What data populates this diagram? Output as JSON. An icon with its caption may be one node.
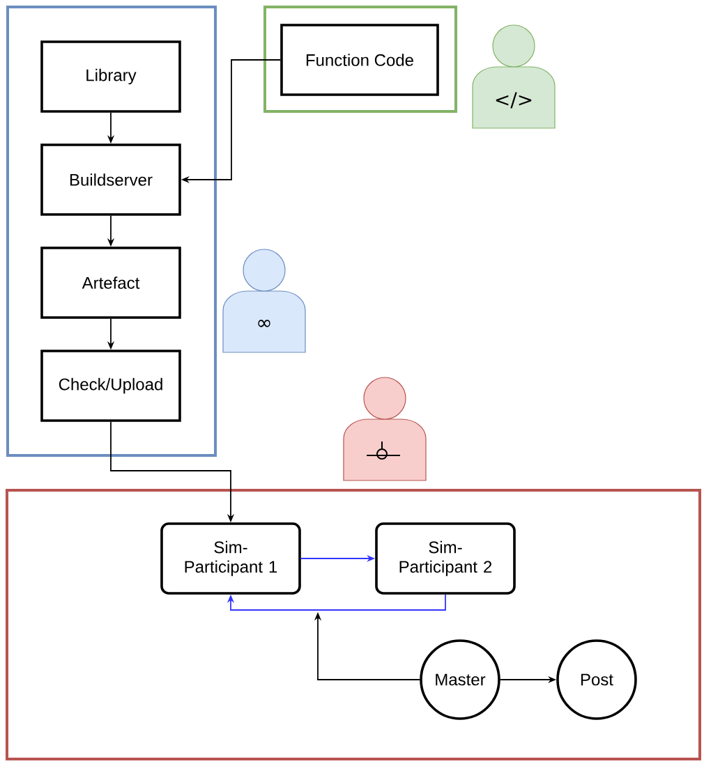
{
  "diagram": {
    "nodes": [
      {
        "text": [],
        "shape": "box"
      },
      {
        "text": [
          "Library"
        ],
        "in": 0
      },
      {
        "text": [
          "Buildserver"
        ],
        "in": 0
      },
      {
        "text": [
          "Artefact"
        ],
        "in": 0
      },
      {
        "text": [
          "Check/Upload"
        ],
        "in": 0
      },
      {
        "text": [],
        "shape": "box"
      },
      {
        "text": [
          "Function Code"
        ],
        "in": 5
      },
      {
        "text": [],
        "shape": "box"
      },
      {
        "text": [
          "Sim- Participant 1"
        ],
        "in": 7
      },
      {
        "text": [
          "Sim- Participant 2"
        ],
        "in": 7
      },
      {
        "text": [
          "Master"
        ],
        "in": 7
      },
      {
        "text": [
          "Post"
        ],
        "in": 7
      }
    ],
    "edges": [
      {
        "from": 1,
        "to": 2,
        "arrow": "to"
      },
      {
        "from": 2,
        "to": 3,
        "arrow": "to"
      },
      {
        "from": 3,
        "to": 4,
        "arrow": "to"
      },
      {
        "from": 6,
        "to": 2,
        "arrow": "to"
      },
      {
        "from": 4,
        "to": 8,
        "arrow": "to"
      },
      {
        "from": 8,
        "to": 9,
        "arrow": "to",
        "color": "#3333ff"
      },
      {
        "from": 9,
        "to": 8,
        "arrow": "to",
        "color": "#3333ff"
      },
      {
        "from": 10,
        "to": null,
        "arrow": "to"
      },
      {
        "from": 10,
        "to": 11,
        "arrow": "to"
      }
    ],
    "labels": [
      "</>",
      "∞"
    ]
  }
}
